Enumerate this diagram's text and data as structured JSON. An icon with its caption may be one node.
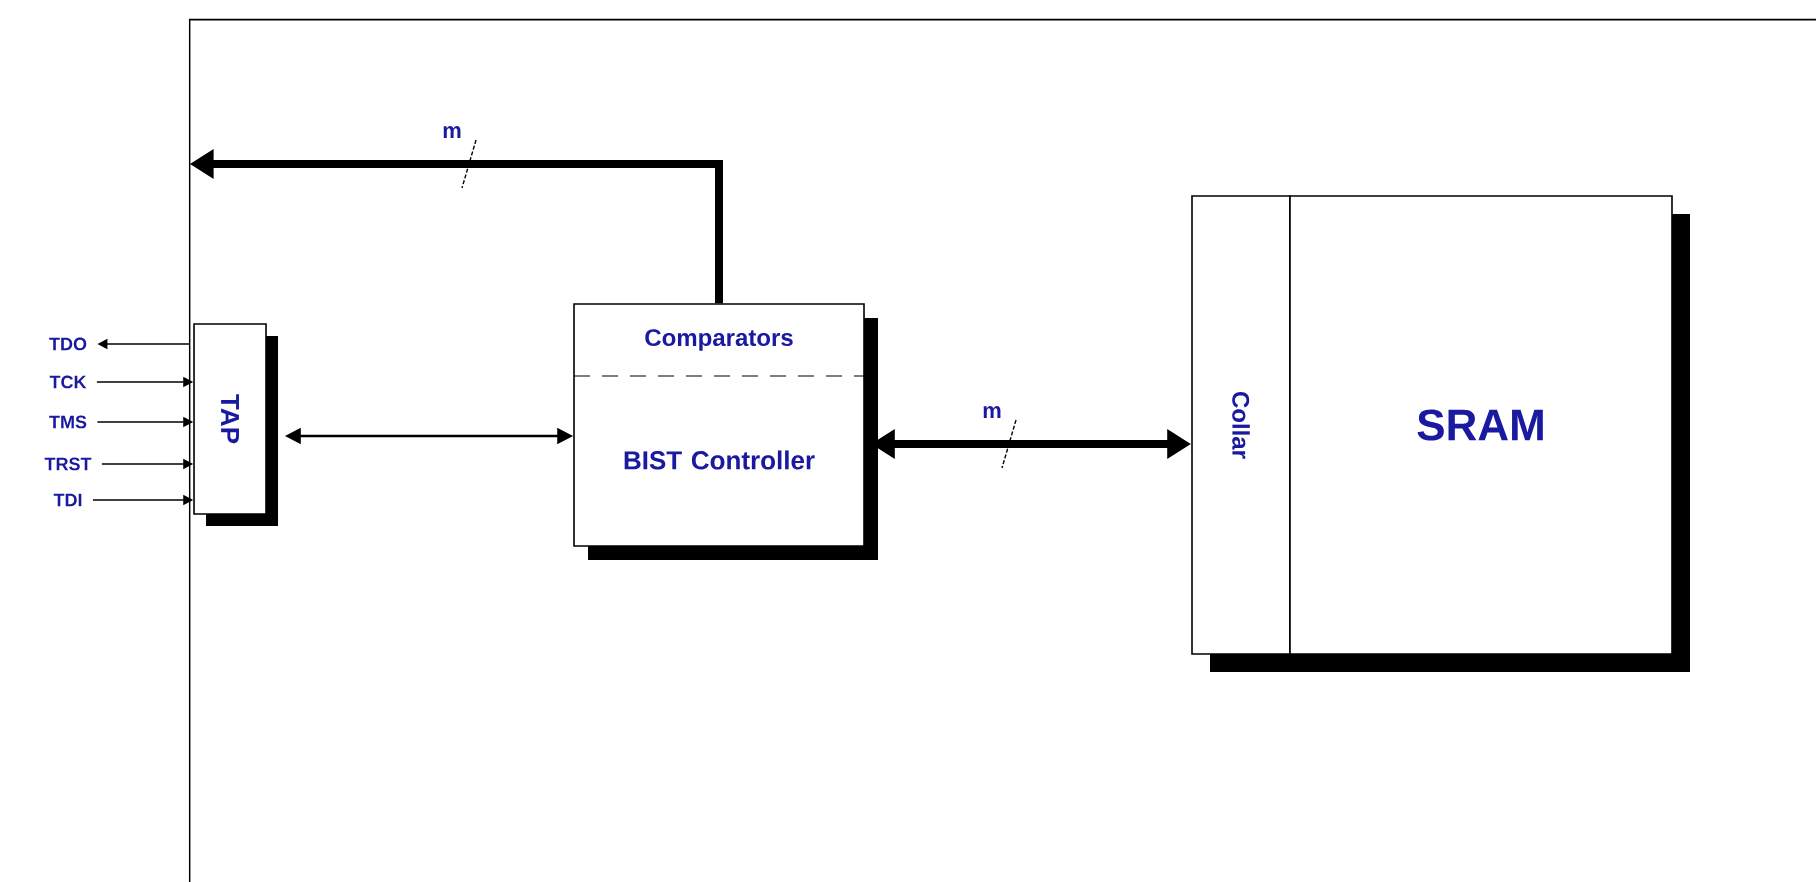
{
  "diagram": {
    "nodes": [
      {
        "text": [],
        "shape": "box"
      },
      {
        "text": [
          "TAP"
        ],
        "in": 0
      },
      {
        "text": [
          "Comparators",
          "BIST Controller"
        ],
        "in": 0
      },
      {
        "text": [
          "Collar"
        ],
        "in": 0
      },
      {
        "text": [
          "SRAM"
        ],
        "in": 0
      },
      {
        "text": [
          "TDO"
        ]
      },
      {
        "text": [
          "TCK"
        ]
      },
      {
        "text": [
          "TMS"
        ]
      },
      {
        "text": [
          "TRST"
        ]
      },
      {
        "text": [
          "TDI"
        ]
      }
    ],
    "edges": [
      {
        "from": 1,
        "to": 2,
        "arrow": "both"
      },
      {
        "from": 2,
        "to": 0,
        "arrow": "to",
        "label": "m",
        "style": "thick"
      },
      {
        "from": 2,
        "to": 3,
        "arrow": "both",
        "label": "m",
        "style": "thick"
      },
      {
        "from": 1,
        "to": 5,
        "arrow": "to"
      },
      {
        "from": 6,
        "to": 1,
        "arrow": "to"
      },
      {
        "from": 7,
        "to": 1,
        "arrow": "to"
      },
      {
        "from": 8,
        "to": 1,
        "arrow": "to"
      },
      {
        "from": 9,
        "to": 1,
        "arrow": "to"
      }
    ]
  }
}
